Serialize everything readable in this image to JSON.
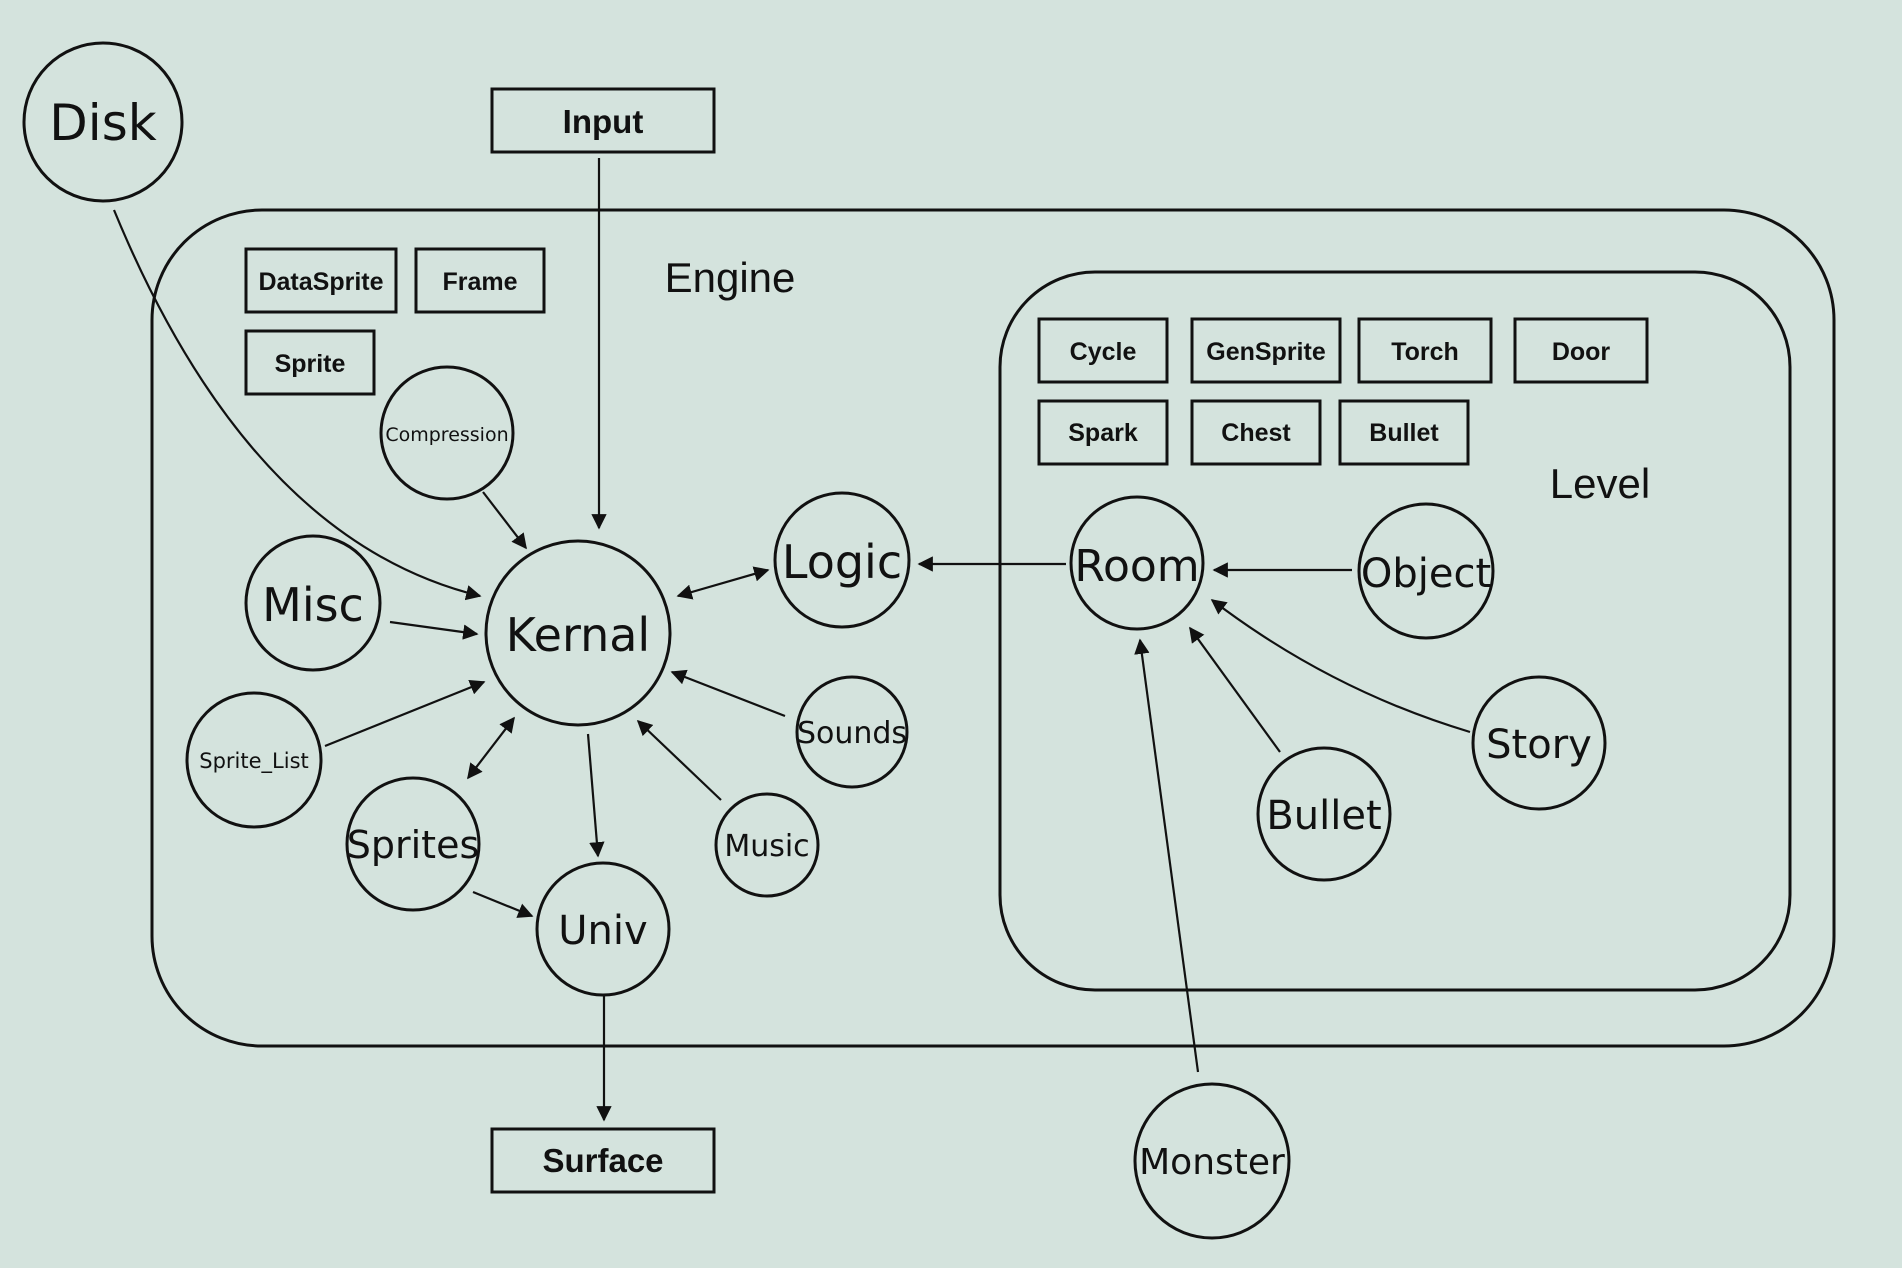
{
  "containers": {
    "engine": {
      "label": "Engine"
    },
    "level": {
      "label": "Level"
    }
  },
  "nodes": {
    "disk": "Disk",
    "compression": "Compression",
    "misc": "Misc",
    "kernal": "Kernal",
    "logic": "Logic",
    "sprite_list": "Sprite_List",
    "sprites": "Sprites",
    "univ": "Univ",
    "sounds": "Sounds",
    "music": "Music",
    "room": "Room",
    "object": "Object",
    "bullet_node": "Bullet",
    "story": "Story",
    "monster": "Monster"
  },
  "boxes": {
    "input": "Input",
    "surface": "Surface",
    "datasprite": "DataSprite",
    "frame": "Frame",
    "sprite": "Sprite",
    "cycle": "Cycle",
    "gensprite": "GenSprite",
    "torch": "Torch",
    "door": "Door",
    "spark": "Spark",
    "chest": "Chest",
    "bullet_box": "Bullet"
  }
}
